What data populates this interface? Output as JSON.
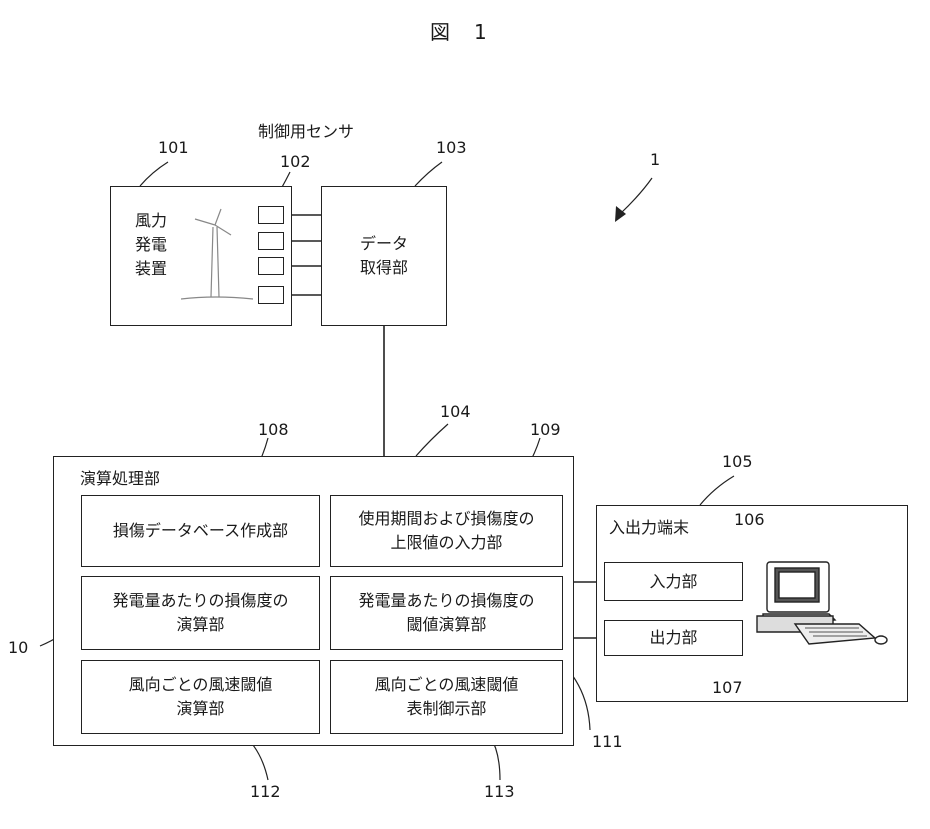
{
  "figure_title": "図　1",
  "system_ref": "1",
  "sensor_caption": "制御用センサ",
  "wind_turbine": {
    "ref": "101",
    "label_lines": [
      "風力",
      "発電",
      "装置"
    ]
  },
  "sensor": {
    "ref": "102"
  },
  "data_acquisition": {
    "ref": "103",
    "label_lines": [
      "データ",
      "取得部"
    ]
  },
  "processing_unit": {
    "ref": "104",
    "label": "演算処理部",
    "blocks": [
      {
        "ref": "108",
        "lines": [
          "損傷データベース作成部"
        ]
      },
      {
        "ref": "109",
        "lines": [
          "使用期間および損傷度の",
          "上限値の入力部"
        ]
      },
      {
        "ref": "10",
        "lines": [
          "発電量あたりの損傷度の",
          "演算部"
        ]
      },
      {
        "ref": "111",
        "lines": [
          "発電量あたりの損傷度の",
          "閾値演算部"
        ]
      },
      {
        "ref": "112",
        "lines": [
          "風向ごとの風速閾値",
          "演算部"
        ]
      },
      {
        "ref": "113",
        "lines": [
          "風向ごとの風速閾値",
          "表制御示部"
        ]
      }
    ]
  },
  "io_terminal": {
    "ref": "105",
    "label": "入出力端末",
    "input": {
      "ref": "106",
      "label": "入力部"
    },
    "output": {
      "ref": "107",
      "label": "出力部"
    }
  }
}
